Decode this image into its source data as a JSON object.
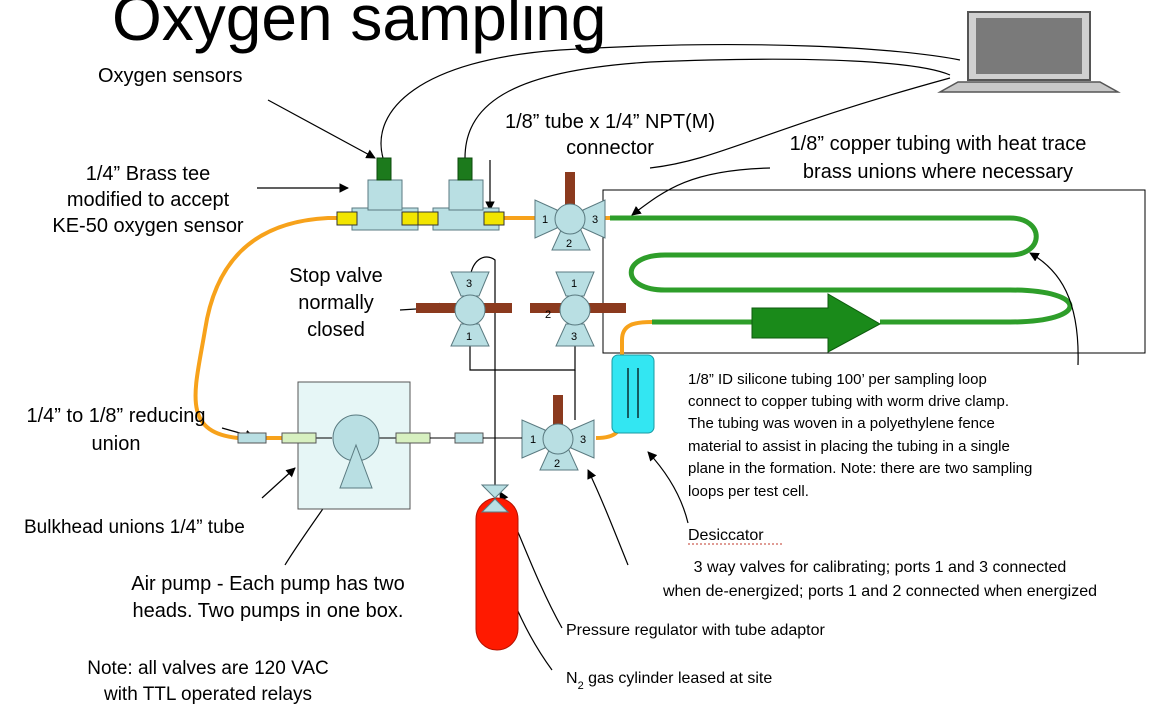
{
  "title": "Oxygen sampling",
  "labels": {
    "oxygen_sensors": "Oxygen sensors",
    "brass_tee_1": "1/4” Brass tee",
    "brass_tee_2": "modified to accept",
    "brass_tee_3": "KE-50 oxygen sensor",
    "connector_1": "1/8” tube x 1/4” NPT(M)",
    "connector_2": "connector",
    "copper_1": "1/8” copper tubing with heat trace",
    "copper_2": "brass unions where necessary",
    "stop_valve_1": "Stop valve",
    "stop_valve_2": "normally",
    "stop_valve_3": "closed",
    "reducing_1": "1/4” to 1/8” reducing",
    "reducing_2": "union",
    "bulkhead": "Bulkhead unions 1/4” tube",
    "silicone_1": "1/8” ID silicone tubing 100’ per sampling loop",
    "silicone_2": "connect to copper tubing with worm drive clamp.",
    "silicone_3": "The tubing was woven in a polyethylene fence",
    "silicone_4": "material to assist in placing the tubing in a single",
    "silicone_5": "plane in the formation.  Note: there are two sampling",
    "silicone_6": "loops per test cell.",
    "desiccator": "Desiccator",
    "three_way_1": "3 way valves for calibrating; ports 1 and 3 connected",
    "three_way_2": "when de-energized; ports 1 and 2 connected when energized",
    "air_pump_1": "Air pump - Each pump has two",
    "air_pump_2": "heads. Two pumps in one box.",
    "regulator": "Pressure regulator with tube adaptor",
    "n2_prefix": "N",
    "n2_sub": "2",
    "n2_suffix": " gas cylinder leased at site",
    "note_1": "Note: all valves are 120 VAC",
    "note_2": "with TTL operated relays"
  },
  "port_numbers": {
    "one": "1",
    "two": "2",
    "three": "3"
  },
  "colors": {
    "orange_tubing": "#f7a21b",
    "copper_loop": "#2e9e2a",
    "valve_fill": "#b9dfe3",
    "valve_handle": "#8b3a1e",
    "sensor_green": "#1c7a1c",
    "union_yellow": "#f2e500",
    "cylinder_red": "#ff1a00",
    "desiccator_cyan": "#33e6f2",
    "pump_box": "#e6f6f6",
    "light_green_union": "#d7f0c0"
  }
}
